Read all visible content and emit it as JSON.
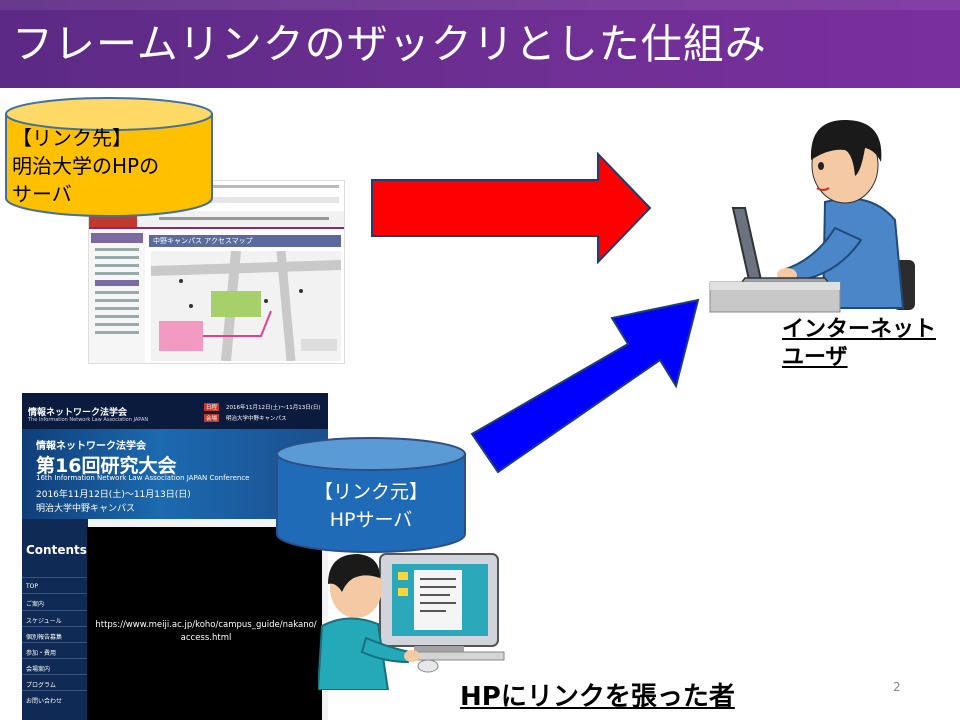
{
  "slide": {
    "title": "フレームリンクのザックリとした仕組み",
    "page_number": "2"
  },
  "link_target_server": {
    "line1": "【リンク先】",
    "line2": "明治大学のHPの",
    "line3": "サーバ"
  },
  "link_source_server": {
    "line1": "【リンク元】",
    "line2": "HPサーバ"
  },
  "internet_user_label": {
    "line1": "インターネット",
    "line2": "ユーザ"
  },
  "linker_label": "HPにリンクを張った者",
  "embedded_frame": {
    "url": "https://www.meiji.ac.jp/koho/campus_guide/nakano/access.html"
  },
  "meiji_page": {
    "section_title": "中野キャンパス アクセスマップ"
  },
  "conference_page": {
    "header_title": "情報ネットワーク法学会",
    "header_subtitle": "The Information Network Law Association JAPAN",
    "date_label": "日程",
    "date_value": "2016年11月12日(土)〜11月13日(日)",
    "venue_label": "会場",
    "venue_value": "明治大学中野キャンパス",
    "banner_org": "情報ネットワーク法学会",
    "banner_title": "第16回研究大会",
    "banner_en": "16th Information Network Law Association JAPAN Conference",
    "banner_date": "2016年11月12日(土)〜11月13日(日)",
    "banner_venue": "明治大学中野キャンパス",
    "contents_heading": "Contents",
    "menu": [
      "TOP",
      "ご案内",
      "スケジュール",
      "個別報告募集",
      "参加・費用",
      "会場案内",
      "プログラム",
      "お問い合わせ"
    ]
  },
  "colors": {
    "title_bar": "#6e2f93",
    "link_target_cylinder": "#ffc000",
    "link_source_cylinder": "#1f6bb8",
    "red_arrow": "#ff0000",
    "blue_arrow": "#0000ff"
  }
}
